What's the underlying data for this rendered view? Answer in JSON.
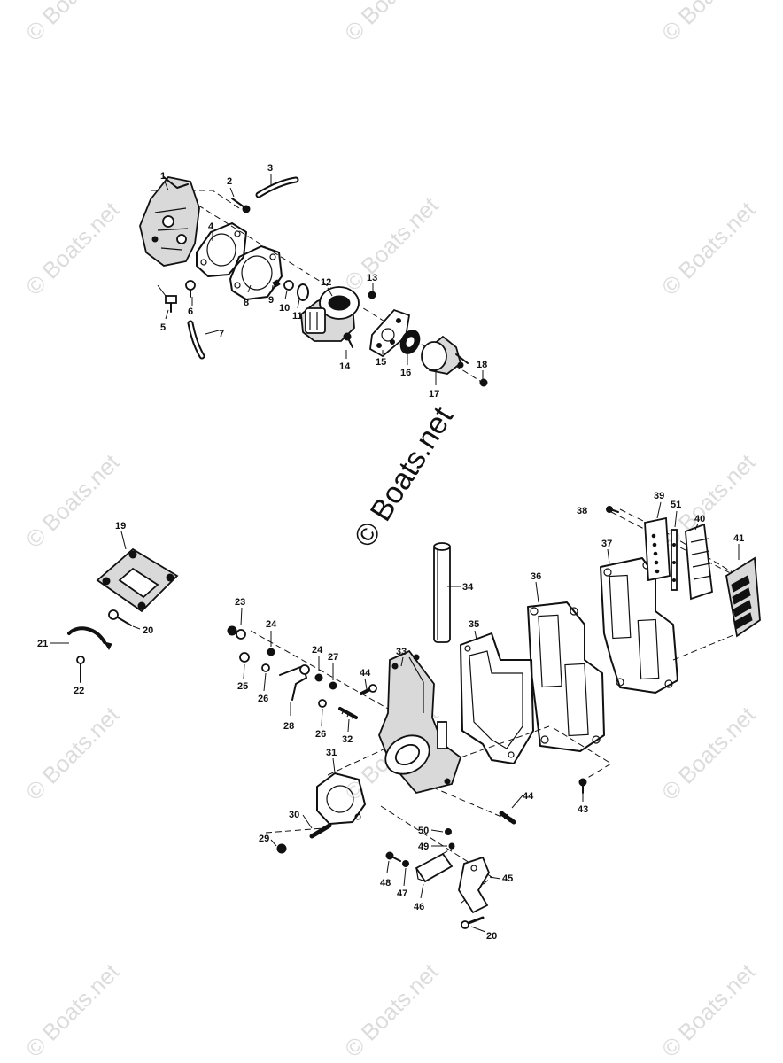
{
  "watermark": {
    "text": "© Boats.net"
  },
  "callouts": {
    "c1": "1",
    "c2": "2",
    "c3": "3",
    "c4": "4",
    "c5": "5",
    "c6": "6",
    "c7": "7",
    "c8": "8",
    "c9": "9",
    "c10": "10",
    "c11": "11",
    "c12": "12",
    "c13": "13",
    "c14": "14",
    "c15": "15",
    "c16": "16",
    "c17": "17",
    "c18": "18",
    "c19": "19",
    "c20a": "20",
    "c20b": "20",
    "c21": "21",
    "c22": "22",
    "c23": "23",
    "c24a": "24",
    "c24b": "24",
    "c25": "25",
    "c26a": "26",
    "c26b": "26",
    "c27": "27",
    "c28": "28",
    "c29": "29",
    "c30": "30",
    "c31": "31",
    "c32": "32",
    "c33": "33",
    "c34": "34",
    "c35": "35",
    "c36": "36",
    "c37": "37",
    "c38": "38",
    "c39": "39",
    "c40": "40",
    "c41": "41",
    "c43": "43",
    "c44a": "44",
    "c44b": "44",
    "c45": "45",
    "c46": "46",
    "c47": "47",
    "c48": "48",
    "c49": "49",
    "c50": "50",
    "c51": "51"
  }
}
